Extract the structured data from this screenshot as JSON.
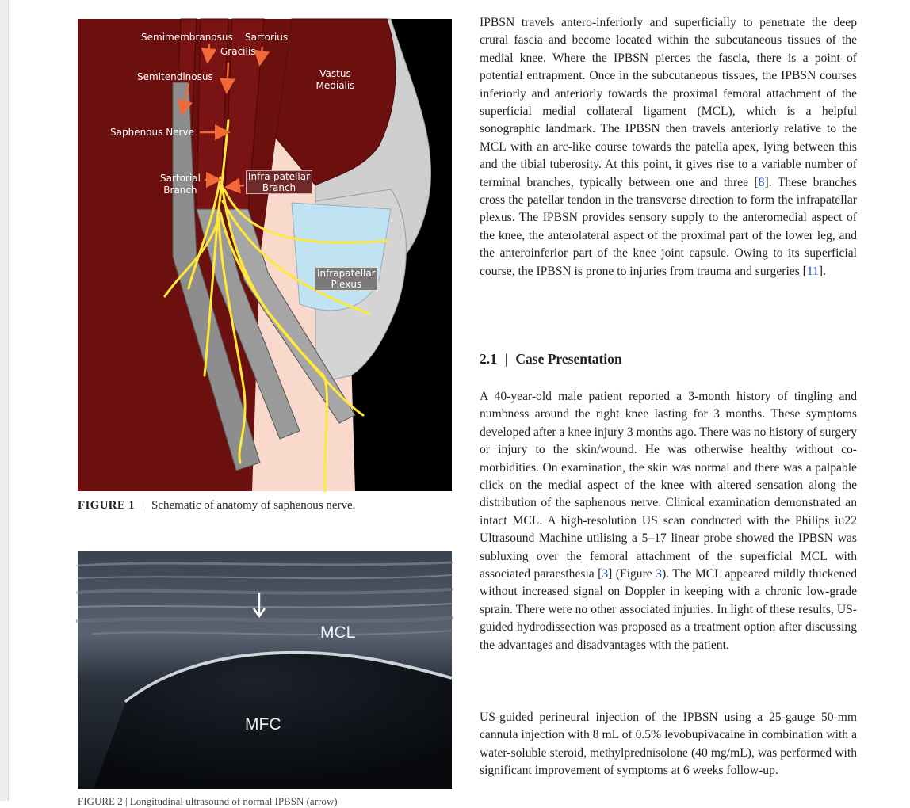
{
  "figure1": {
    "labels": {
      "semimembranosus": "Semimembranosus",
      "sartorius": "Sartorius",
      "gracilis": "Gracilis",
      "semitendinosus": "Semitendinosus",
      "vastus_medialis_1": "Vastus",
      "vastus_medialis_2": "Medialis",
      "saphenous_nerve": "Saphenous Nerve",
      "sartorial_branch_1": "Sartorial",
      "sartorial_branch_2": "Branch",
      "infrapatellar_branch_1": "Infra-patellar",
      "infrapatellar_branch_2": "Branch",
      "infrapatellar_plexus_1": "Infrapatellar",
      "infrapatellar_plexus_2": "Plexus"
    },
    "caption_number": "FIGURE 1",
    "caption_separator": "|",
    "caption_text": "Schematic of anatomy of saphenous nerve.",
    "colors": {
      "muscle": "#6b0f0f",
      "nerve": "#ffe83a",
      "arrow": "#f26a38",
      "bone": "#d9d9d9",
      "patella": "#bfe3f2",
      "skin": "#f9d9cc"
    }
  },
  "figure2": {
    "label_mcl": "MCL",
    "label_mfc": "MFC",
    "caption_fragment": "FIGURE 2 | Longitudinal ultrasound of normal IPBSN (arrow)"
  },
  "body": {
    "p1": {
      "a": "IPBSN travels antero-inferiorly and superficially to penetrate the deep crural fascia and become located within the subcutaneous tissues of the medial knee. Where the IPBSN pierces the fascia, there is a point of potential entrapment. Once in the subcutaneous tissues, the IPBSN courses inferiorly and anteriorly towards the proximal femoral attachment of the superficial medial collateral ligament (MCL), which is a helpful sonographic landmark. The IPBSN then travels anteriorly relative to the MCL with an arc-like course towards the patella apex, lying between this and the tibial tuberosity. At this point, it gives rise to a variable number of terminal branches, typically between one and three [",
      "ref1": "8",
      "b": "]. These branches cross the patellar tendon in the transverse direction to form the infrapatellar plexus. The IPBSN provides sensory supply to the anteromedial aspect of the knee, the anterolateral aspect of the proximal part of the lower leg, and the anteroinferior part of the knee joint capsule. Owing to its superficial course, the IPBSN is prone to injuries from trauma and surgeries [",
      "ref2": "11",
      "c": "]."
    },
    "section": {
      "number": "2.1",
      "separator": "|",
      "title": "Case Presentation"
    },
    "p2": {
      "a": "A 40-year-old male patient reported a 3-month history of tingling and numbness around the right knee lasting for 3 months. These symptoms developed after a knee injury 3 months ago. There was no history of surgery or injury to the skin/wound. He was otherwise healthy without co-morbidities. On examination, the skin was normal and there was a palpable click on the medial aspect of the knee with altered sensation along the distribution of the saphenous nerve. Clinical examination demonstrated an intact MCL. A high-resolution US scan conducted with the Philips iu22 Ultrasound Machine utilising a 5–17 linear probe showed the IPBSN was subluxing over the femoral attachment of the superficial MCL with associated paraesthesia [",
      "ref1": "3",
      "b": "] (Figure ",
      "ref2": "3",
      "c": "). The MCL appeared mildly thickened without increased signal on Doppler in keeping with a chronic low-grade sprain. There were no other associated injuries. In light of these results, US-guided hydrodissection was proposed as a treatment option after discussing the advantages and disadvantages with the patient."
    },
    "p3": "US-guided perineural injection of the IPBSN using a 25-gauge 50-mm cannula injection with 8 mL of 0.5% levobupivacaine in combination with a water-soluble steroid, methylprednisolone (40 mg/mL), was performed with significant improvement of symptoms at 6 weeks follow-up."
  }
}
